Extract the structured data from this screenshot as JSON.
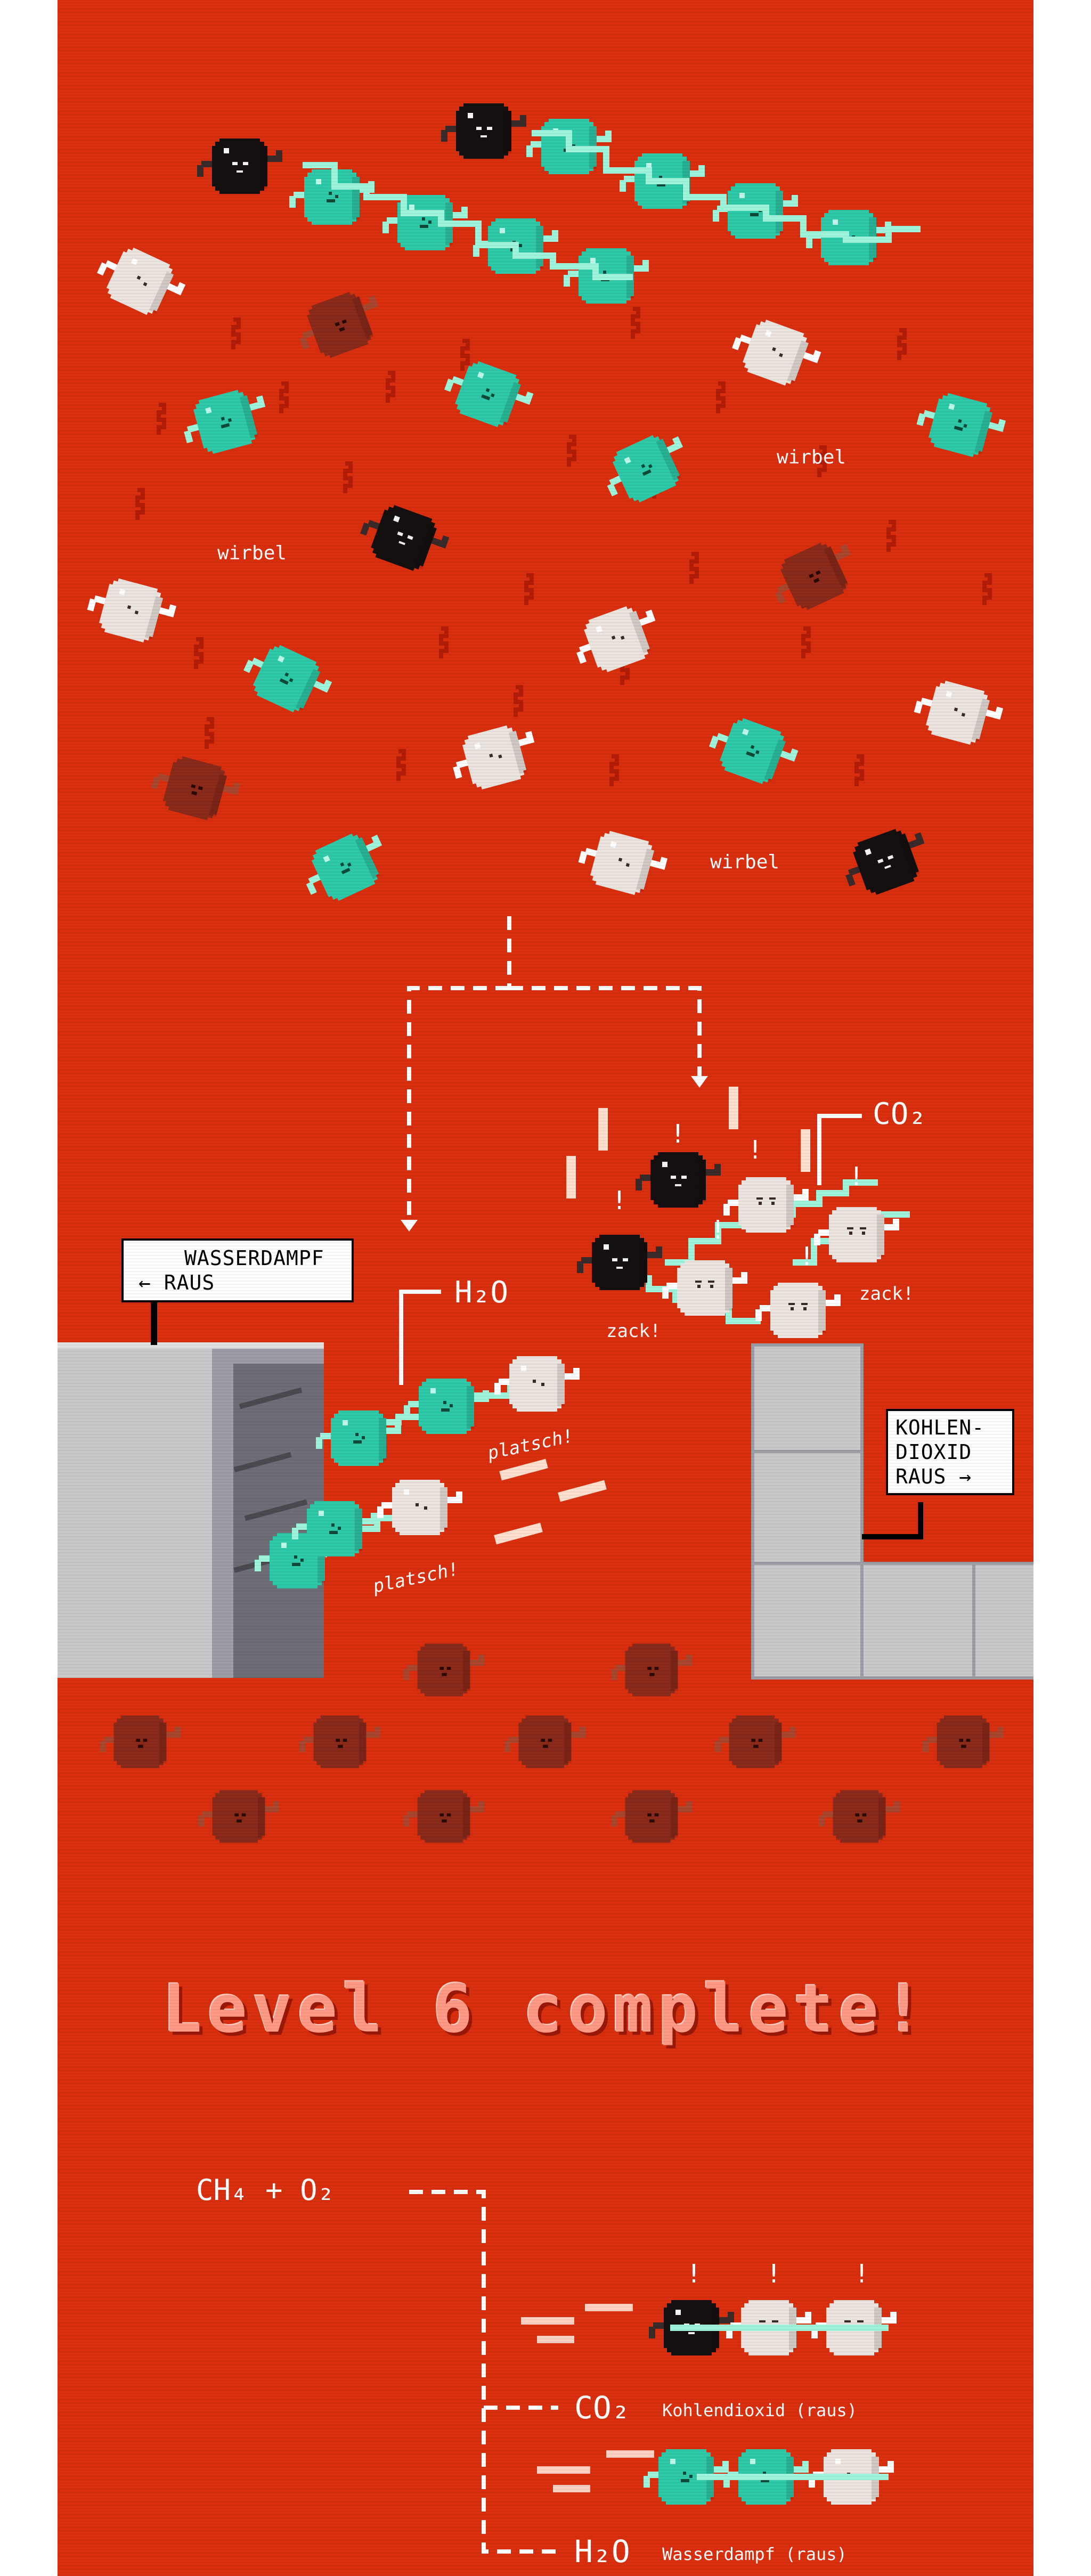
{
  "colors": {
    "background": "#d92f0f",
    "methane_teal": "#2ec9a8",
    "oxygen_white": "#ece4de",
    "carbon_black": "#151010",
    "soot_brown": "#8a2a1a",
    "bond_mint": "#9ff5dc",
    "wall_gray": "#c9c9cc"
  },
  "chamber": {
    "swirl_labels": [
      "wirbel",
      "wirbel",
      "wirbel"
    ]
  },
  "products": {
    "h2o_label": "H₂O",
    "co2_label": "CO₂",
    "splash_labels": [
      "platsch!",
      "platsch!"
    ],
    "zap_labels": [
      "zack!",
      "zack!"
    ],
    "exclaim": "!"
  },
  "signs": {
    "water_exit": {
      "line1": "WASSERDAMPF",
      "line2": "← RAUS"
    },
    "co2_exit": {
      "line1": "KOHLEN-",
      "line2": "DIOXID",
      "line3": "RAUS →"
    }
  },
  "level": {
    "banner": "Level 6 complete!"
  },
  "equation": {
    "reactants": "CH₄ + O₂",
    "co2_formula": "CO₂",
    "co2_caption": "Kohlendioxid (raus)",
    "h2o_formula": "H₂O",
    "h2o_caption": "Wasserdampf (raus)"
  }
}
